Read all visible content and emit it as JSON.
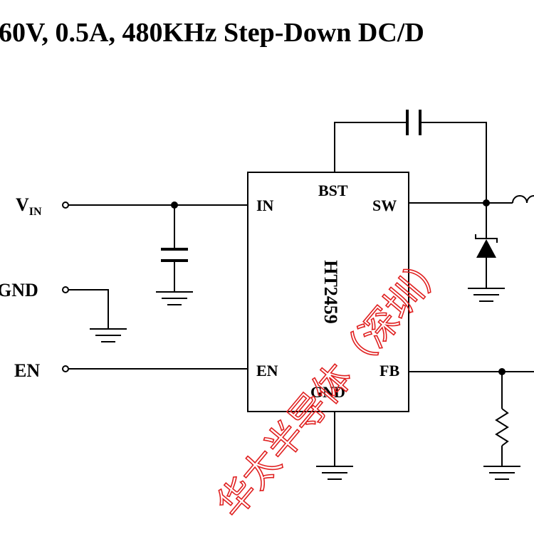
{
  "title": "60V, 0.5A, 480KHz Step-Down DC/D",
  "chip": {
    "name": "HT2459",
    "pins": {
      "in": "IN",
      "bst": "BST",
      "sw": "SW",
      "en": "EN",
      "gnd": "GND",
      "fb": "FB"
    }
  },
  "terminals": {
    "vin_main": "V",
    "vin_sub": "IN",
    "gnd": "GND",
    "en": "EN"
  },
  "watermark": "华太半导体（深圳）",
  "colors": {
    "wire": "#000000",
    "watermark": "#e02020",
    "background": "#ffffff"
  }
}
